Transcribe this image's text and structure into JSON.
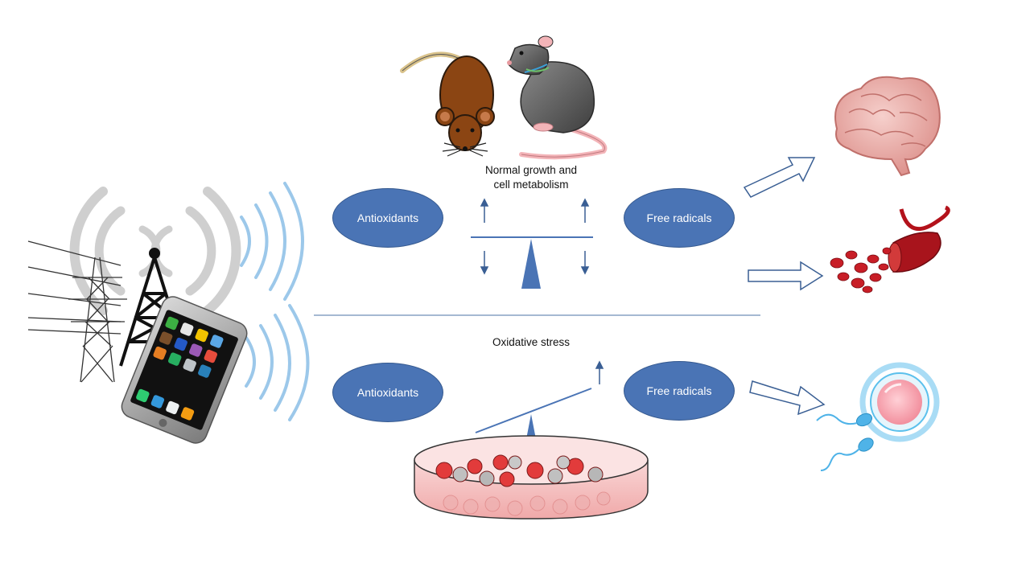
{
  "top": {
    "caption_line1": "Normal growth and",
    "caption_line2": "cell metabolism",
    "left_oval": "Antioxidants",
    "right_oval": "Free radicals"
  },
  "bottom": {
    "caption": "Oxidative stress",
    "left_oval": "Antioxidants",
    "right_oval": "Free radicals"
  },
  "colors": {
    "oval_fill": "#4a74b5",
    "balance": "#4a74b5",
    "divider": "#6f8fb8",
    "arrow_outline": "#3a5f94",
    "waves": "#9cc8ea",
    "rings": "#cfcfcf"
  },
  "icons": [
    "power-line-tower-icon",
    "radio-tower-icon",
    "smartphone-icon",
    "brown-mouse-icon",
    "gray-rat-icon",
    "brain-icon",
    "blood-vessel-icon",
    "sperm-egg-icon",
    "petri-dish-icon"
  ]
}
